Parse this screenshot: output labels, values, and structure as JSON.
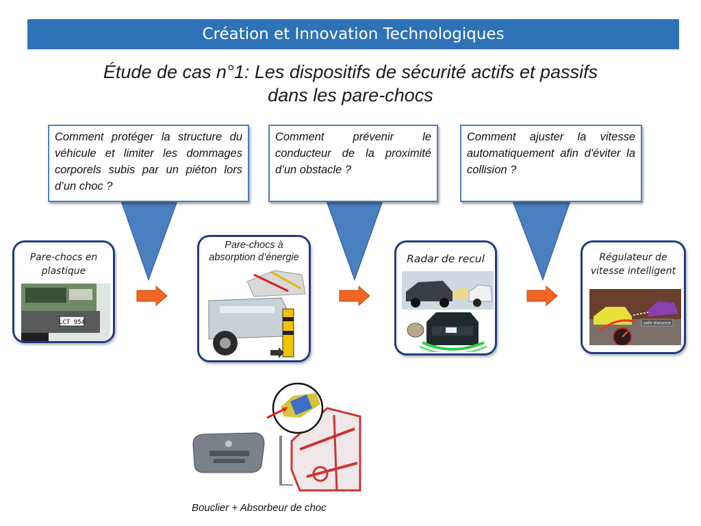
{
  "header": {
    "title": "Création et Innovation Technologiques"
  },
  "subtitle": {
    "line1": "Étude de cas n°1: Les dispositifs de sécurité actifs et passifs",
    "line2": "dans les pare-chocs"
  },
  "questions": [
    {
      "text": "Comment protéger la structure du véhicule et limiter les dommages corporels subis par un piéton lors d’un choc ?"
    },
    {
      "text": "Comment prévenir le conducteur de la proximité d’un obstacle ?"
    },
    {
      "text": "Comment ajuster la vitesse automatiquement afin d'éviter la collision ?"
    }
  ],
  "stages": [
    {
      "label": "Pare-chocs en plastique",
      "plate": "LCT 954"
    },
    {
      "label": "Pare-chocs à absorption d’énergie"
    },
    {
      "label": "Radar de recul"
    },
    {
      "label": "Régulateur de vitesse intelligent",
      "badge": "safe distance"
    }
  ],
  "assembly_caption": "Bouclier  +  Absorbeur de choc",
  "colors": {
    "banner": "#2e72b8",
    "stage_border": "#1f3b82",
    "callout": "#4a7fc0",
    "arrow": "#f26522"
  }
}
